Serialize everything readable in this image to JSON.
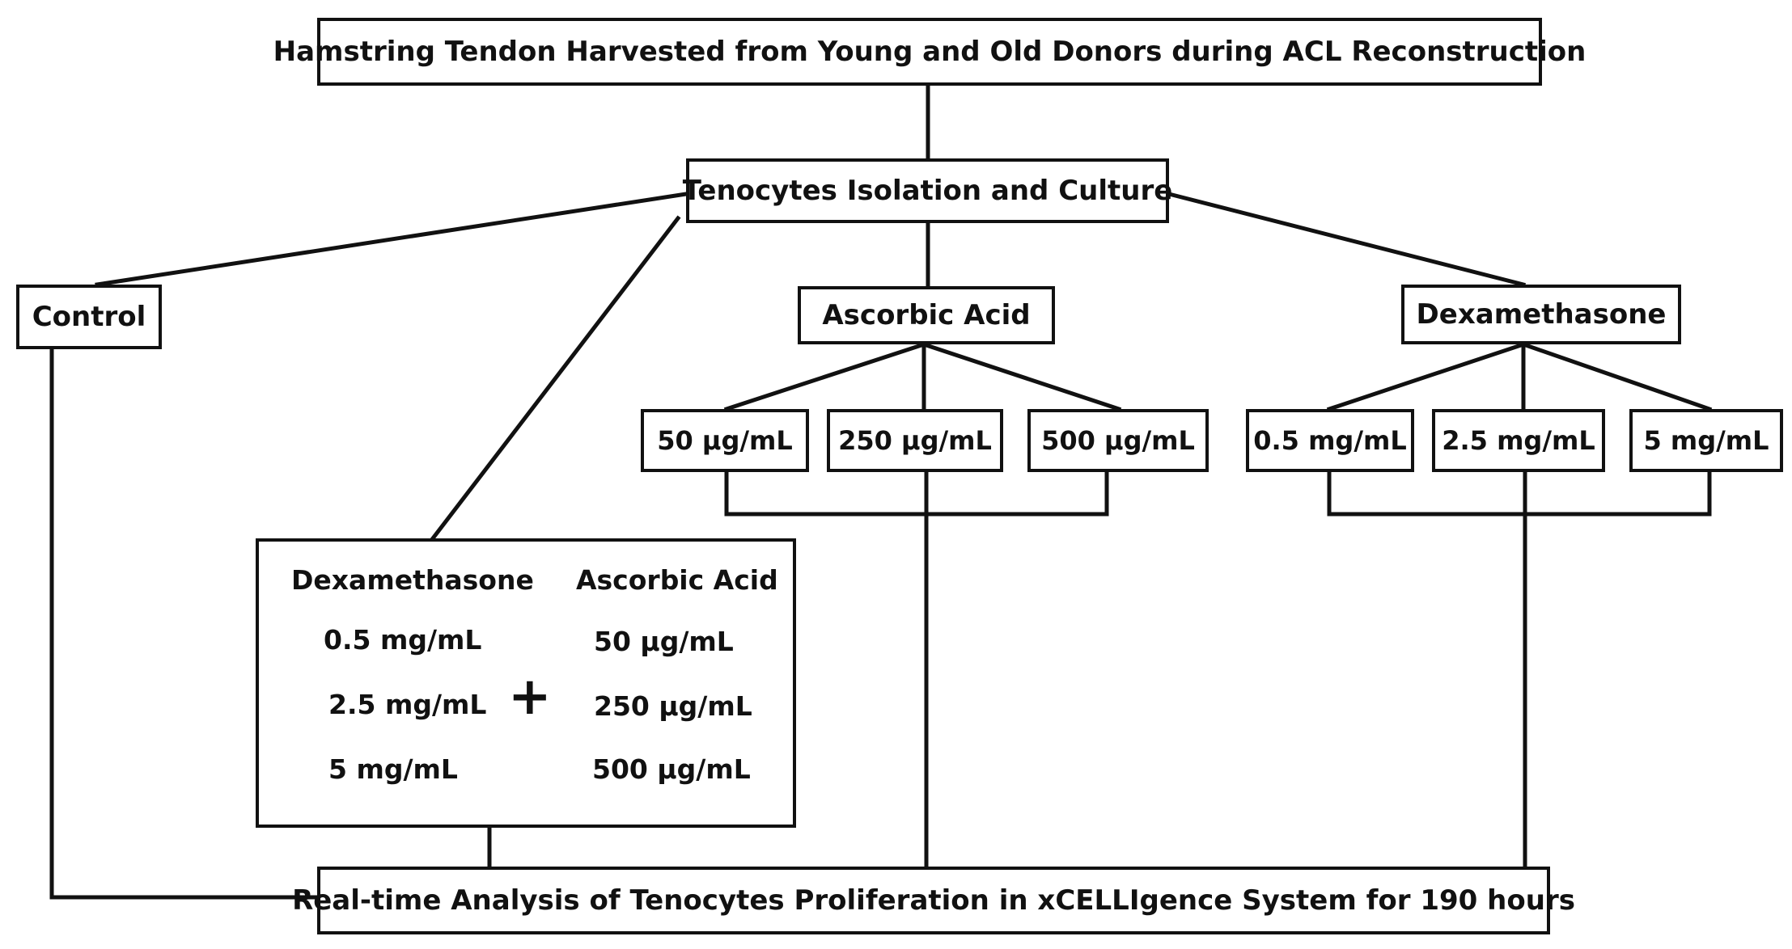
{
  "diagram": {
    "harvest": "Hamstring Tendon Harvested from Young and Old Donors during ACL Reconstruction",
    "isolation": "Tenocytes Isolation and Culture",
    "control": "Control",
    "ascorbic": {
      "title": "Ascorbic Acid",
      "doses": [
        "50 μg/mL",
        "250 μg/mL",
        "500 μg/mL"
      ]
    },
    "dexamethasone": {
      "title": "Dexamethasone",
      "doses": [
        "0.5 mg/mL",
        "2.5 mg/mL",
        "5 mg/mL"
      ]
    },
    "combination": {
      "dex_header": "Dexamethasone",
      "asc_header": "Ascorbic Acid",
      "dex_doses": [
        "0.5 mg/mL",
        "2.5 mg/mL",
        "5 mg/mL"
      ],
      "asc_doses": [
        "50 μg/mL",
        "250 μg/mL",
        "500 μg/mL"
      ],
      "operator": "+"
    },
    "analysis": "Real-time Analysis of Tenocytes Proliferation in xCELLIgence System for 190 hours"
  }
}
